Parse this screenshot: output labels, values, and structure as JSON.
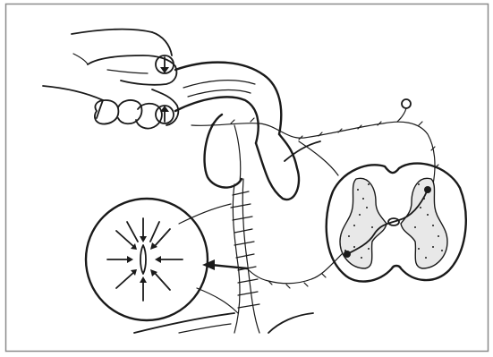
{
  "figure": {
    "frame": true,
    "style": "black-and-white line drawing",
    "ink_color": "#1a1a1a",
    "paper_color": "#ffffff",
    "border_color": "#8a8a8a",
    "text_labels": []
  },
  "components": [
    {
      "id": "hand",
      "icon": "pinching-hand-icon"
    },
    {
      "id": "pressure-arrows",
      "icon": "compression-arrow-icon",
      "count": 2
    },
    {
      "id": "reflex-pathway",
      "icon": "nerve-fiber-icon"
    },
    {
      "id": "spinal-cord-section",
      "icon": "spinal-cord-cross-section-icon"
    },
    {
      "id": "magnified-inset",
      "icon": "magnifier-circle-icon",
      "inward_arrows": 10
    },
    {
      "id": "pointer-arrow",
      "icon": "arrow-left-icon"
    }
  ]
}
